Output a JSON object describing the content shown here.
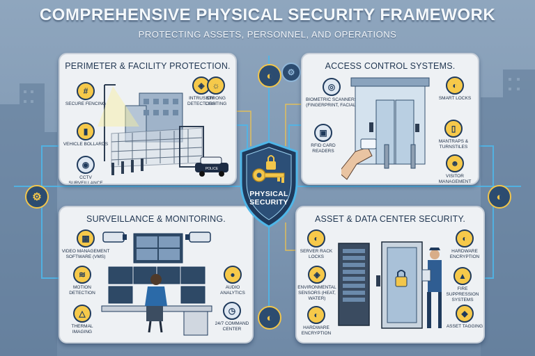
{
  "header": {
    "title": "COMPREHENSIVE PHYSICAL SECURITY FRAMEWORK",
    "subtitle": "PROTECTING ASSETS, PERSONNEL, AND OPERATIONS"
  },
  "center_badge": {
    "line1": "PHYSICAL",
    "line2": "SECURITY",
    "icon": "key-icon"
  },
  "panels": {
    "perimeter": {
      "title": "PERIMETER & FACILITY PROTECTION.",
      "items": [
        {
          "label": "SECURE FENCING",
          "icon": "fence-icon"
        },
        {
          "label": "VEHICLE BOLLARDS",
          "icon": "bollard-icon"
        },
        {
          "label": "CCTV SURVEILLANCE",
          "icon": "camera-icon"
        },
        {
          "label": "INTRUSION DETECTORS",
          "icon": "sensor-icon"
        },
        {
          "label": "STRONG LIGHTING",
          "icon": "lightbulb-icon"
        }
      ],
      "police_label": "POLICE"
    },
    "access": {
      "title": "ACCESS CONTROL SYSTEMS.",
      "items": [
        {
          "label": "BIOMETRIC SCANNERS (FINGERPRINT, FACIAL)",
          "icon": "fingerprint-icon"
        },
        {
          "label": "RFID CARD READERS",
          "icon": "card-reader-icon"
        },
        {
          "label": "SMART LOCKS",
          "icon": "lock-icon"
        },
        {
          "label": "MANTRAPS & TURNSTILES",
          "icon": "turnstile-icon"
        },
        {
          "label": "VISITOR MANAGEMENT",
          "icon": "visitor-icon"
        }
      ]
    },
    "surveillance": {
      "title": "SURVEILLANCE & MONITORING.",
      "items": [
        {
          "label": "VIDEO MANAGEMENT SOFTWARE (VMS)",
          "icon": "monitor-icon"
        },
        {
          "label": "MOTION DETECTION",
          "icon": "motion-icon"
        },
        {
          "label": "THERMAL IMAGING",
          "icon": "thermal-icon"
        },
        {
          "label": "AUDIO ANALYTICS",
          "icon": "microphone-icon"
        },
        {
          "label": "24/7 COMMAND CENTER",
          "icon": "clock-icon"
        }
      ]
    },
    "asset": {
      "title": "ASSET & DATA CENTER SECURITY.",
      "items": [
        {
          "label": "SERVER RACK LOCKS",
          "icon": "rack-lock-icon"
        },
        {
          "label": "ENVIRONMENTAL SENSORS (HEAT, WATER)",
          "icon": "sensor-icon"
        },
        {
          "label": "HARDWARE ENCRYPTION",
          "icon": "lock-icon"
        },
        {
          "label": "HARDWARE ENCRYPTION",
          "icon": "shield-lock-icon"
        },
        {
          "label": "FIRE SUPPRESSION SYSTEMS",
          "icon": "fire-icon"
        },
        {
          "label": "ASSET TAGGING",
          "icon": "tag-icon"
        }
      ]
    }
  },
  "colors": {
    "accent_gold": "#f2c64b",
    "navy": "#1f3a5c",
    "connector": "#4fb6e8"
  }
}
